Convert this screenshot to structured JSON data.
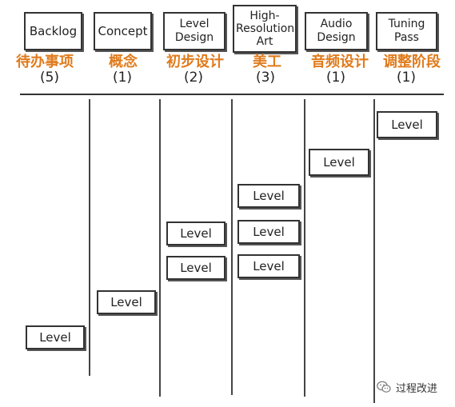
{
  "columns": [
    {
      "id": "backlog",
      "title": "Backlog",
      "cn": "待办事项",
      "count": "(5)"
    },
    {
      "id": "concept",
      "title": "Concept",
      "cn": "概念",
      "count": "(1)"
    },
    {
      "id": "level-design",
      "title": "Level Design",
      "cn": "初步设计",
      "count": "(2)"
    },
    {
      "id": "hi-res-art",
      "title": "High- Resolution Art",
      "cn": "美工",
      "count": "(3)"
    },
    {
      "id": "audio-design",
      "title": "Audio Design",
      "cn": "音频设计",
      "count": "(1)"
    },
    {
      "id": "tuning-pass",
      "title": "Tuning Pass",
      "cn": "调整阶段",
      "count": "(1)"
    }
  ],
  "card_label": "Level",
  "watermark": {
    "icon": "wechat-icon",
    "text": "过程改进"
  }
}
